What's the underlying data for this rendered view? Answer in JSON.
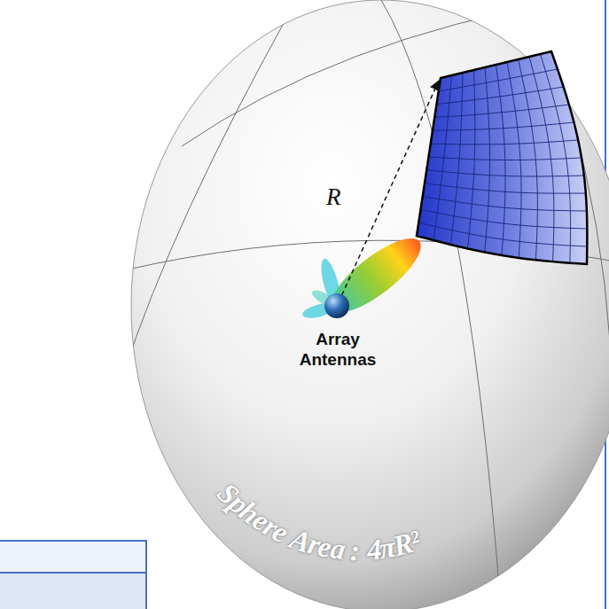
{
  "diagram": {
    "labels": [
      "R",
      "Array Antennas",
      "Sphere Area : 4πR²"
    ]
  }
}
